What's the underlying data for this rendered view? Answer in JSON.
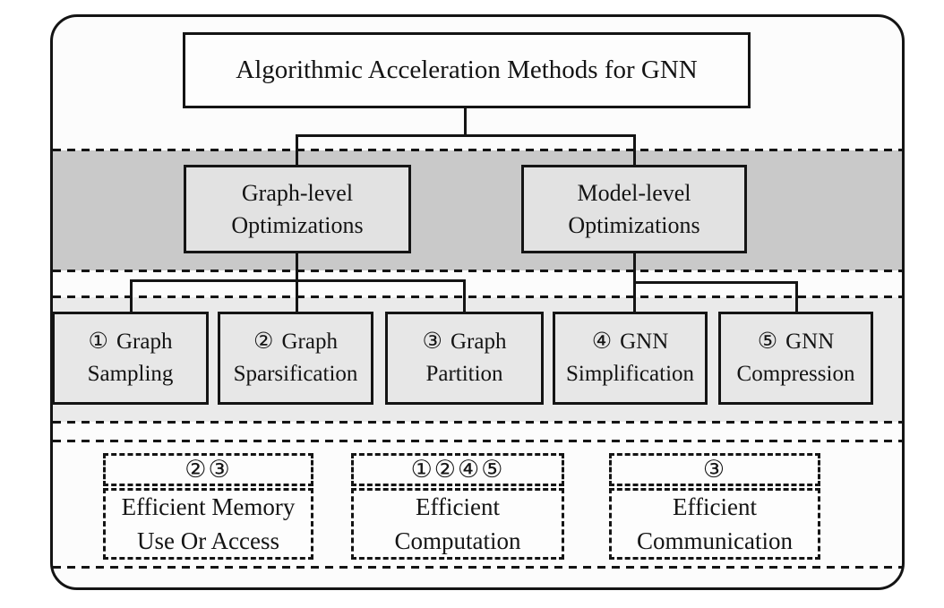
{
  "diagram": {
    "title": "Algorithmic Acceleration Methods for GNN",
    "colors": {
      "line": "#141414",
      "mid_band": "#c9c9c9",
      "light_band": "#eaeaea",
      "level2_fill": "#e2e2e2",
      "level3_fill": "#e7e7e7"
    },
    "level2": [
      {
        "line1": "Graph-level",
        "line2": "Optimizations"
      },
      {
        "line1": "Model-level",
        "line2": "Optimizations"
      }
    ],
    "level3": [
      {
        "num": "①",
        "line1": "Graph",
        "line2": "Sampling"
      },
      {
        "num": "②",
        "line1": "Graph",
        "line2": "Sparsification"
      },
      {
        "num": "③",
        "line1": "Graph",
        "line2": "Partition"
      },
      {
        "num": "④",
        "line1": "GNN",
        "line2": "Simplification"
      },
      {
        "num": "⑤",
        "line1": "GNN",
        "line2": "Compression"
      }
    ],
    "bottom": [
      {
        "badge": "②③",
        "line1": "Efficient Memory",
        "line2": "Use Or Access"
      },
      {
        "badge": "①②④⑤",
        "line1": "Efficient",
        "line2": "Computation"
      },
      {
        "badge": "③",
        "line1": "Efficient",
        "line2": "Communication"
      }
    ]
  }
}
